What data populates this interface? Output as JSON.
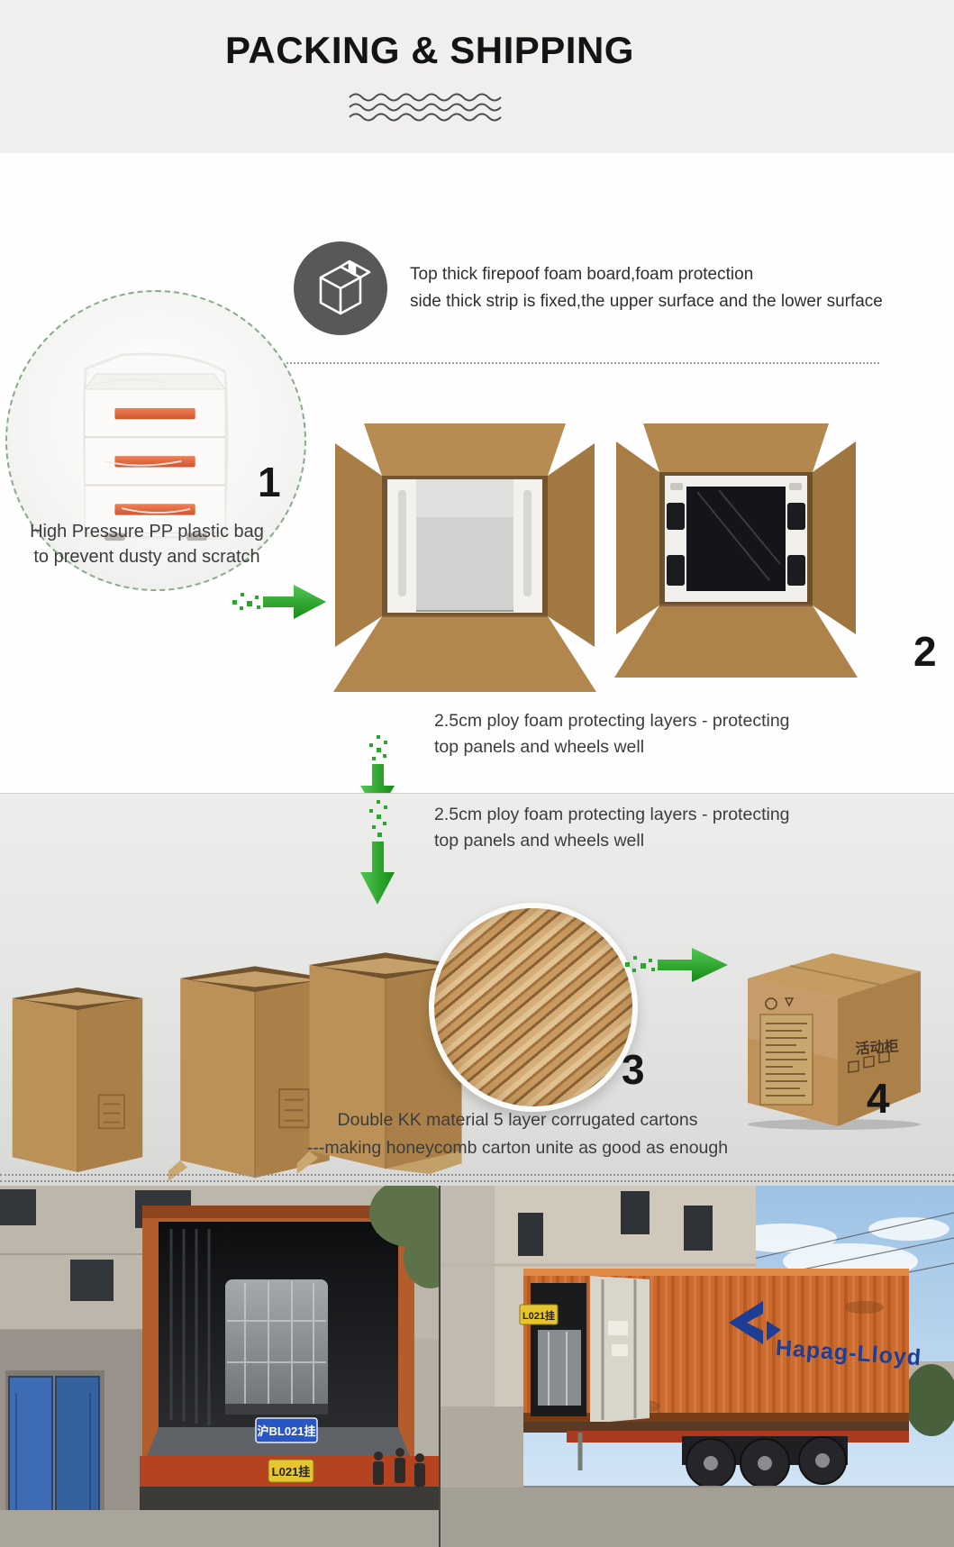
{
  "header": {
    "title": "PACKING & SHIPPING"
  },
  "intro": {
    "icon": "package-box-icon",
    "line1": "Top thick firepoof foam board,foam protection",
    "line2": "side thick strip is fixed,the upper surface and the lower surface"
  },
  "steps": {
    "one": {
      "number": "1",
      "caption1": "High Pressure PP plastic bag",
      "caption2": "to prevent dusty and scratch"
    },
    "two": {
      "number": "2",
      "caption1": "2.5cm ploy foam protecting layers - protecting",
      "caption2": "top panels and wheels well"
    },
    "three": {
      "number": "3",
      "caption1": "Double KK material 5 layer corrugated cartons",
      "caption2": "---making honeycomb carton unite as good as enough"
    },
    "four": {
      "number": "4",
      "carton_label": "活动柜"
    }
  },
  "photos": {
    "left": {
      "plate_blue": "沪BL021挂",
      "plate_yellow": "L021挂"
    },
    "right": {
      "brand": "Hapag-Lloyd",
      "plate_yellow": "L021挂"
    }
  },
  "icons": {
    "note": "package-box-icon",
    "flow": [
      "arrow-right-icon",
      "arrow-down-icon"
    ],
    "decoration": "wavy-lines"
  },
  "colors": {
    "accent_green": "#2ca52c",
    "carton_tan": "#b78c52",
    "container_orange": "#ce6a2b",
    "brand_blue": "#1d3e94",
    "plate_blue": "#2857c5",
    "plate_yellow": "#e6c52f"
  }
}
